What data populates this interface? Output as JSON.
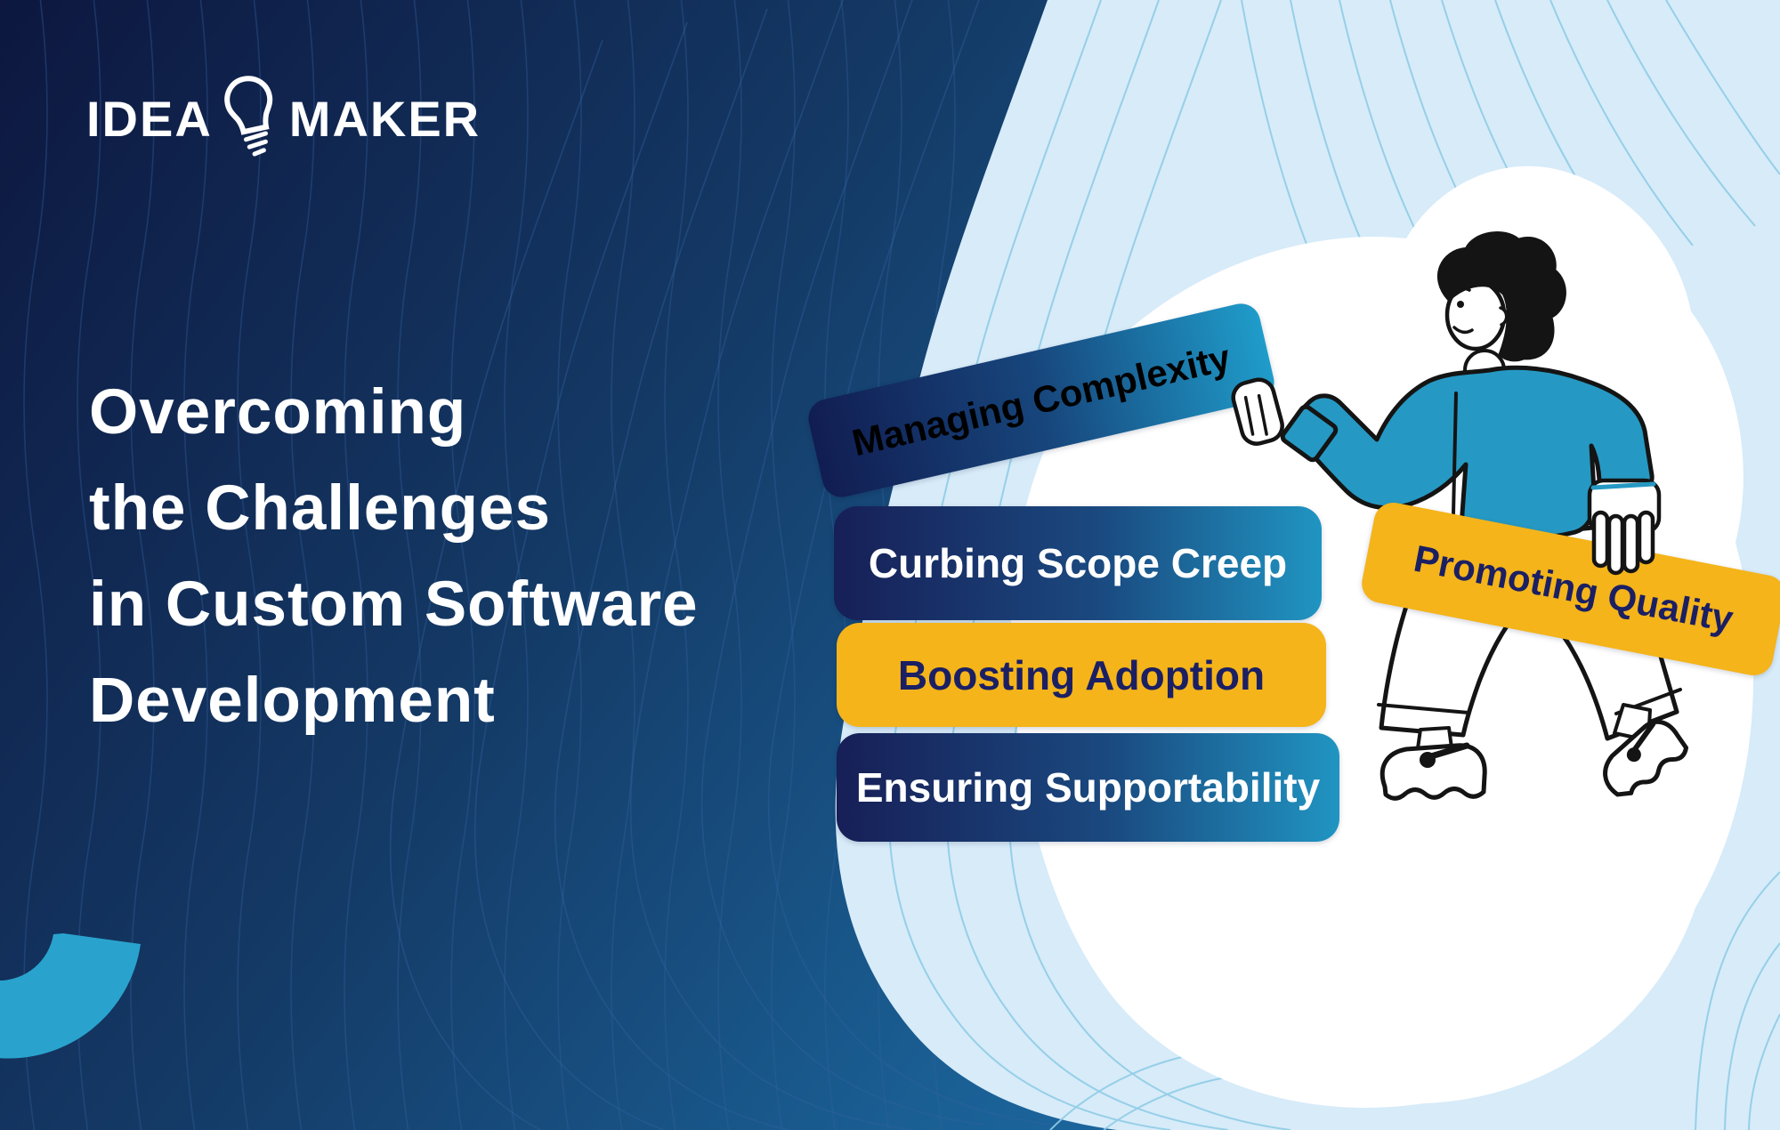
{
  "logo": {
    "text_left": "IDEA",
    "text_right": "MAKER",
    "icon": "lightbulb-icon"
  },
  "heading": {
    "lines": [
      "Overcoming",
      "the Challenges",
      "in Custom Software",
      "Development"
    ]
  },
  "banners": {
    "managing": {
      "label": "Managing Complexity",
      "style": "blue-gradient",
      "rotation_deg": -13
    },
    "curbing": {
      "label": "Curbing Scope Creep",
      "style": "blue-gradient",
      "rotation_deg": 0
    },
    "boosting": {
      "label": "Boosting Adoption",
      "style": "yellow",
      "rotation_deg": 0
    },
    "ensuring": {
      "label": "Ensuring Supportability",
      "style": "blue-gradient",
      "rotation_deg": 0
    },
    "promoting": {
      "label": "Promoting Quality",
      "style": "yellow",
      "rotation_deg": 11
    }
  },
  "illustration": {
    "name": "man-walking-holding-banners",
    "shirt_color": "#2599c3",
    "pants_color": "#ffffff",
    "hair_color": "#141414"
  },
  "colors": {
    "background_navy_dark": "#0d173f",
    "background_navy_mid": "#143a66",
    "background_navy_light": "#1d6ca6",
    "contour_line_navy": "#33619f",
    "light_blue_panel": "#d7ebf9",
    "light_blue_line": "#8fcde6",
    "head_silhouette": "#ffffff",
    "banner_blue_start": "#171f57",
    "banner_blue_end": "#2095c2",
    "banner_yellow": "#f4b41a",
    "banner_yellow_text": "#1b1f63",
    "accent_teal_arc": "#29a3cd",
    "text_white": "#ffffff"
  }
}
